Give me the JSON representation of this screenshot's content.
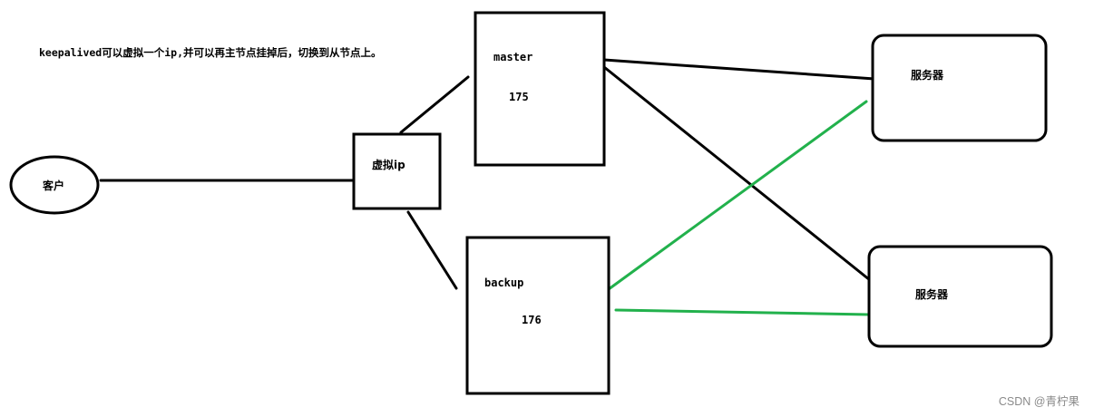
{
  "diagram": {
    "note": "keepalived可以虚拟一个ip,并可以再主节点挂掉后，切换到从节点上。",
    "nodes": {
      "client": {
        "label": "客户"
      },
      "vip": {
        "label": "虚拟ip"
      },
      "master": {
        "label": "master",
        "ip": "175"
      },
      "backup": {
        "label": "backup",
        "ip": "176"
      },
      "server1": {
        "label": "服务器"
      },
      "server2": {
        "label": "服务器"
      }
    },
    "edges": [
      {
        "from": "client",
        "to": "vip",
        "color": "#000000"
      },
      {
        "from": "vip",
        "to": "master",
        "color": "#000000"
      },
      {
        "from": "vip",
        "to": "backup",
        "color": "#000000"
      },
      {
        "from": "master",
        "to": "server1",
        "color": "#000000"
      },
      {
        "from": "master",
        "to": "server2",
        "color": "#000000"
      },
      {
        "from": "backup",
        "to": "server1",
        "color": "#22b14c"
      },
      {
        "from": "backup",
        "to": "server2",
        "color": "#22b14c"
      }
    ],
    "colors": {
      "active_link": "#000000",
      "standby_link": "#22b14c"
    }
  },
  "watermark": "CSDN @青柠果"
}
